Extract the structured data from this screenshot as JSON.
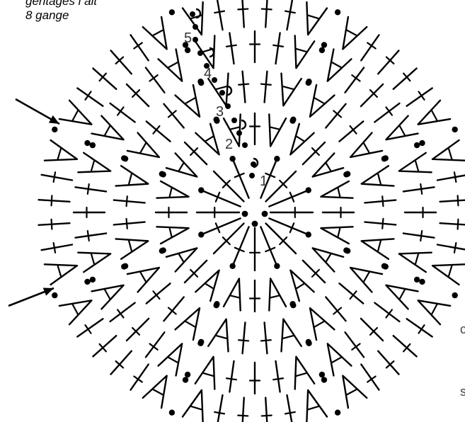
{
  "note": {
    "line1": "gentages i alt",
    "line2": "8 gange"
  },
  "row_numbers": [
    "1",
    "2",
    "3",
    "4",
    "5"
  ],
  "edge_glyphs": {
    "right_mid": "c",
    "right_low": "s"
  },
  "diagram": {
    "rounds": 5,
    "repeats": 8,
    "ink_color": "#000000",
    "symbols": [
      "slip-stitch-dot",
      "chain-loop",
      "double-crochet-post",
      "dc2tog-cluster"
    ],
    "arrows": [
      "round-start-arrow",
      "round-end-arrow"
    ]
  }
}
